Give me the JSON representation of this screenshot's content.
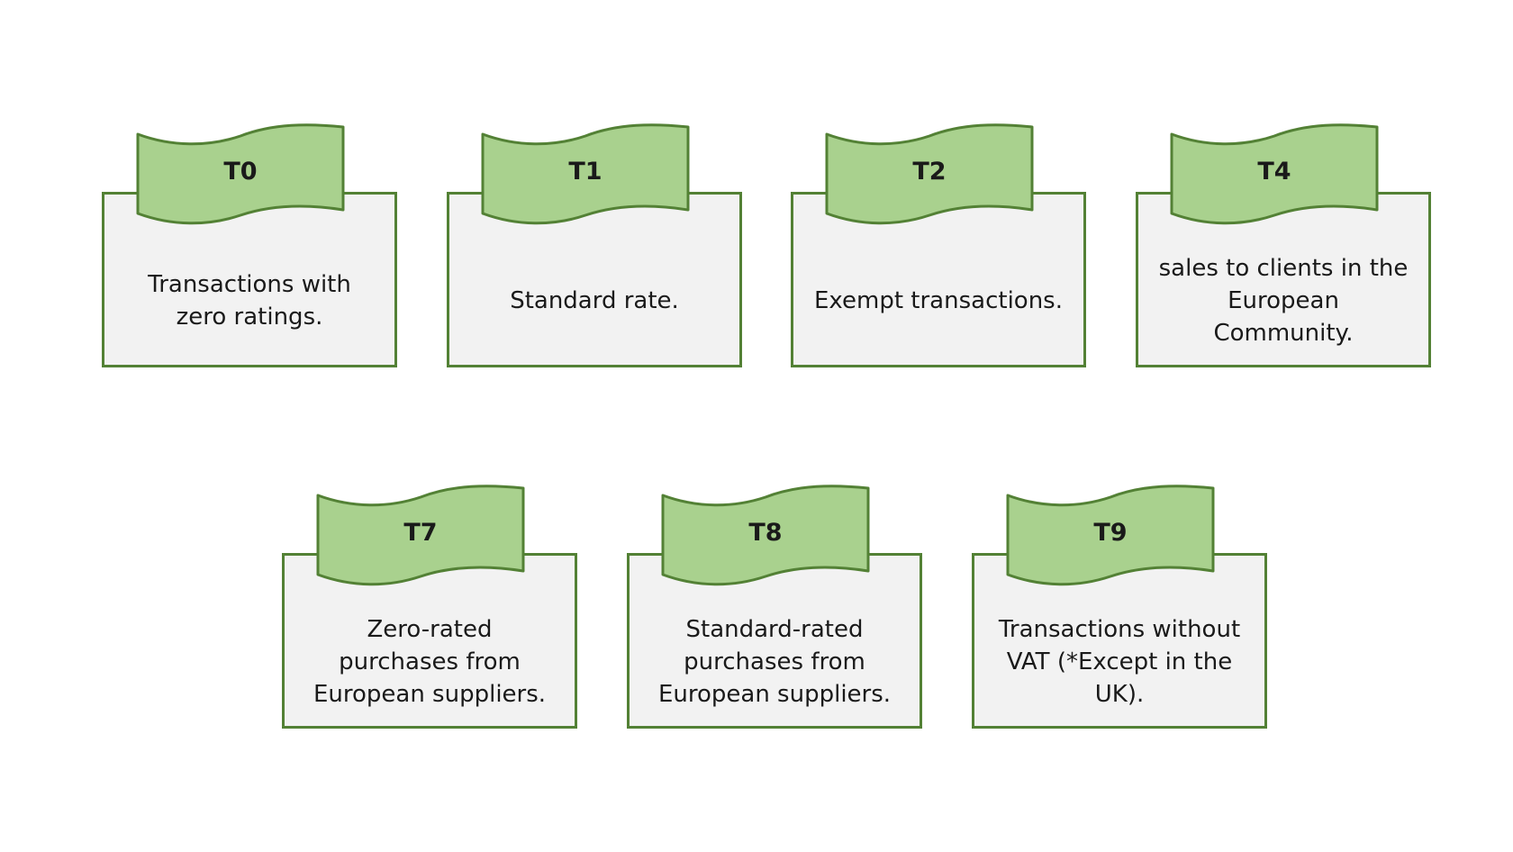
{
  "codes": [
    {
      "code": "T0",
      "description": "Transactions with zero ratings."
    },
    {
      "code": "T1",
      "description": "Standard rate."
    },
    {
      "code": "T2",
      "description": "Exempt transactions."
    },
    {
      "code": "T4",
      "description": "sales to clients in the European Community."
    },
    {
      "code": "T7",
      "description": "Zero-rated purchases from European suppliers."
    },
    {
      "code": "T8",
      "description": "Standard-rated purchases from European suppliers."
    },
    {
      "code": "T9",
      "description": "Transactions without VAT (*Except in the UK)."
    }
  ],
  "colors": {
    "banner_fill": "#a9d18e",
    "border": "#538135",
    "box_fill": "#f2f2f2"
  }
}
